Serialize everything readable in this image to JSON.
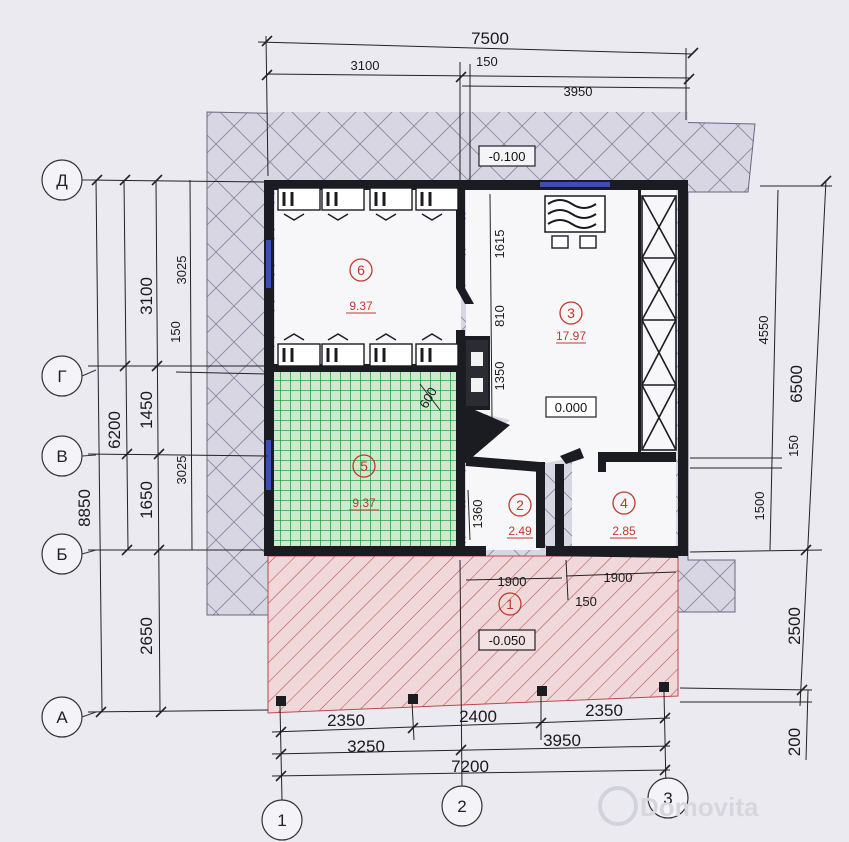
{
  "plan": {
    "overall_dims": {
      "top_total": "7500",
      "top_left": "3100",
      "top_mid": "150",
      "top_right": "3950",
      "right_total": "6500",
      "right_a": "4550",
      "right_b": "150",
      "right_c": "1500",
      "right_d": "2500",
      "right_e": "200",
      "left_total": "8850",
      "left_6200": "6200",
      "left_2650": "2650",
      "left_3100": "3100",
      "left_1450": "1450",
      "left_1650": "1650",
      "left_3025a": "3025",
      "left_3025b": "3025",
      "left_150": "150",
      "bottom_2350a": "2350",
      "bottom_2400": "2400",
      "bottom_2350b": "2350",
      "bottom_3250": "3250",
      "bottom_3950": "3950",
      "bottom_7200": "7200"
    },
    "inner_dims": {
      "d1615": "1615",
      "d810": "810",
      "d1350": "1350",
      "d600": "600",
      "d1360": "1360",
      "d1900a": "1900",
      "d1900b": "1900",
      "d150": "150"
    },
    "levels": {
      "top": "-0.100",
      "floor": "0.000",
      "terrace": "-0.050"
    },
    "axes_rows": [
      "Д",
      "Г",
      "В",
      "Б",
      "А"
    ],
    "axes_cols": [
      "1",
      "2",
      "3"
    ],
    "rooms": [
      {
        "no": "6",
        "area": "9.37"
      },
      {
        "no": "3",
        "area": "17.97"
      },
      {
        "no": "5",
        "area": "9.37"
      },
      {
        "no": "2",
        "area": "2.49"
      },
      {
        "no": "4",
        "area": "2.85"
      },
      {
        "no": "1",
        "area": ""
      }
    ],
    "watermark": "Domovita"
  },
  "colors": {
    "wall": "#1b1b22",
    "blind_area": "#b9b6cc",
    "tile_green": "#2fae4d",
    "terrace_hatch": "#c0392b",
    "room_label": "#c0392b"
  }
}
